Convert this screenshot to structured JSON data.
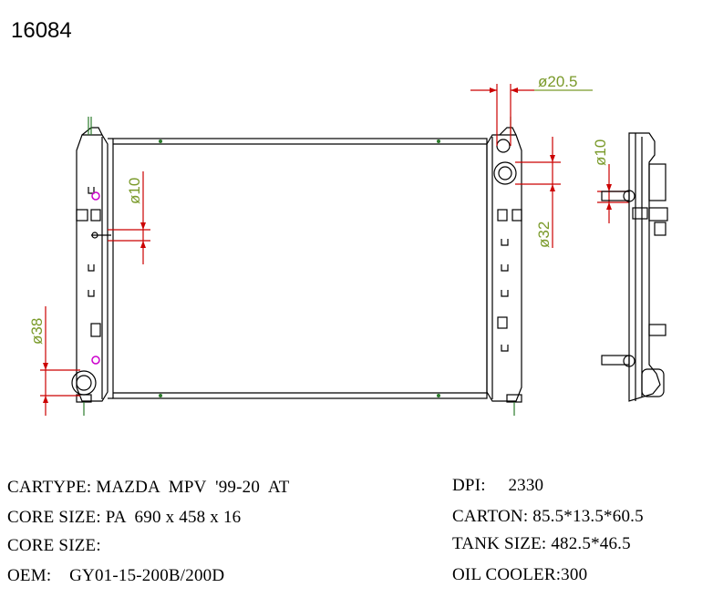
{
  "part_number": "16084",
  "dimensions": {
    "inlet_dia": "ø20.5",
    "upper_tank_dia": "ø32",
    "outlet_dia": "ø38",
    "bracket_hole_dia": "ø10",
    "side_hole_dia": "ø10"
  },
  "specs": {
    "cartype": "CARTYPE: MAZDA  MPV  '99-20  AT",
    "core_size": "CORE SIZE: PA  690 x 458 x 16",
    "core_size_2": "CORE SIZE:",
    "oem": "OEM:    GY01-15-200B/200D",
    "dpi": "DPI:     2330",
    "carton": "CARTON: 85.5*13.5*60.5",
    "tank_size": "TANK SIZE: 482.5*46.5",
    "oil_cooler": "OIL COOLER:300"
  },
  "colors": {
    "line": "#000000",
    "dimension": "#cc0000",
    "dimension_text": "#7a9a2a",
    "fitting": "#cc00cc",
    "pin": "#2a7a2a"
  }
}
